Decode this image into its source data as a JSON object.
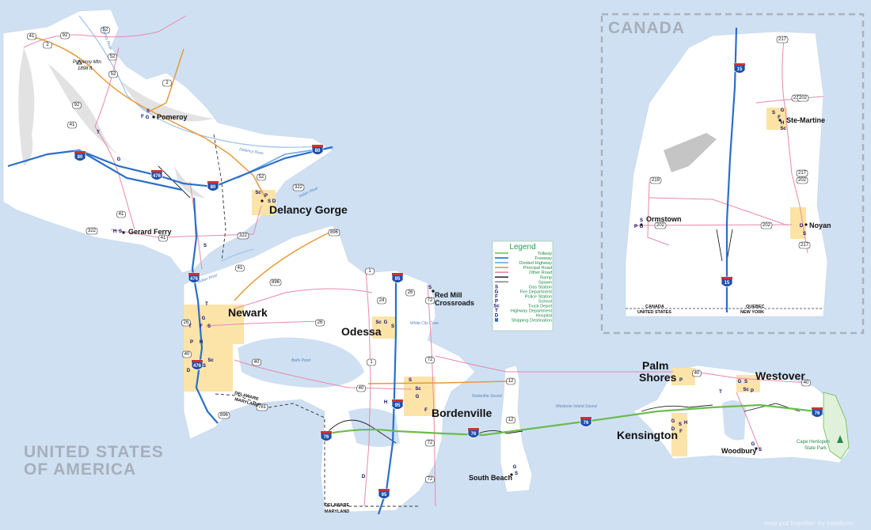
{
  "countries": {
    "canada": "CANADA",
    "usa_line1": "UNITED STATES",
    "usa_line2": "OF AMERICA"
  },
  "towns": [
    {
      "name": "Pomeroy"
    },
    {
      "name": "Delancy Gorge"
    },
    {
      "name": "Gerard Ferry"
    },
    {
      "name": "Newark"
    },
    {
      "name": "Odessa"
    },
    {
      "name": "Red Mill"
    },
    {
      "name": "Crossroads"
    },
    {
      "name": "Bordenville"
    },
    {
      "name": "Palm"
    },
    {
      "name": "Shores"
    },
    {
      "name": "Westover"
    },
    {
      "name": "Kensington"
    },
    {
      "name": "Woodbury"
    },
    {
      "name": "South Beach"
    },
    {
      "name": "Ste-Martine"
    },
    {
      "name": "Ormstown"
    },
    {
      "name": "Noyan"
    }
  ],
  "peak": {
    "name": "Pomeroy Mtn.",
    "elevation": "1898 ft."
  },
  "park": {
    "line1": "Cape Henlopen",
    "line2": "State Park"
  },
  "water_labels": [
    "Delancy River",
    "Delancy River",
    "Indian River",
    "Indian River",
    "Belts Pond",
    "White City Cove",
    "Rodanthe Sound",
    "Westover Island Sound"
  ],
  "borders": {
    "de_md_1": "DELAWARE",
    "de_md_2": "MARYLAND",
    "de_md_3": "DELAWARE",
    "de_md_4": "MARYLAND",
    "ca_us_1": "CANADA",
    "ca_us_2": "UNITED STATES",
    "qc_ny_1": "QUEBEC",
    "qc_ny_2": "NEW YORK"
  },
  "route_shields": {
    "interstate": [
      "80",
      "80",
      "80",
      "476",
      "476",
      "476",
      "95",
      "95",
      "95",
      "76",
      "76",
      "76",
      "76",
      "15",
      "15"
    ],
    "state": [
      "41",
      "92",
      "52",
      "2",
      "52",
      "52",
      "2",
      "92",
      "41",
      "52",
      "322",
      "41",
      "322",
      "41",
      "322",
      "896",
      "41",
      "896",
      "26",
      "26",
      "26",
      "1",
      "24",
      "72",
      "72",
      "40",
      "40",
      "40",
      "40",
      "12",
      "12",
      "72",
      "72",
      "40",
      "1",
      "217",
      "219",
      "202",
      "217",
      "202",
      "219",
      "202",
      "202",
      "217",
      "781",
      "896"
    ]
  },
  "poi_codes": [
    "S",
    "F",
    "G",
    "P",
    "Sc",
    "T",
    "D",
    "H"
  ],
  "legend": {
    "title": "Legend",
    "items": [
      {
        "label": "Tollway",
        "kind": "line",
        "color": "#6dbb4f"
      },
      {
        "label": "Freeway",
        "kind": "line",
        "color": "#2a6fc9"
      },
      {
        "label": "Divided Highway",
        "kind": "line",
        "color": "#6aa7e8"
      },
      {
        "label": "Principal Road",
        "kind": "line",
        "color": "#e59a3c"
      },
      {
        "label": "Other Road",
        "kind": "line",
        "color": "#e889a8"
      },
      {
        "label": "Ramp",
        "kind": "line",
        "color": "#222222"
      },
      {
        "label": "Spawn",
        "kind": "line",
        "color": "#8a8a8a"
      },
      {
        "label": "Gas Station",
        "kind": "code",
        "code": "S"
      },
      {
        "label": "Fire Department",
        "kind": "code",
        "code": "G"
      },
      {
        "label": "Police Station",
        "kind": "code",
        "code": "F"
      },
      {
        "label": "School",
        "kind": "code",
        "code": "P"
      },
      {
        "label": "Truck Depot",
        "kind": "code",
        "code": "Sc"
      },
      {
        "label": "Highway Department",
        "kind": "code",
        "code": "T"
      },
      {
        "label": "Hospital",
        "kind": "code",
        "code": "D"
      },
      {
        "label": "Shipping Destination",
        "kind": "code",
        "code": "H"
      }
    ]
  },
  "credit": "map put together by condunn",
  "colors": {
    "water": "#cfe0f3",
    "land": "#ffffff",
    "urban": "#fce3a4",
    "tollway": "#6dbb4f",
    "freeway": "#2a6fc9",
    "principal": "#e59a3c",
    "other": "#e889a8",
    "river": "#9fc3ea"
  }
}
